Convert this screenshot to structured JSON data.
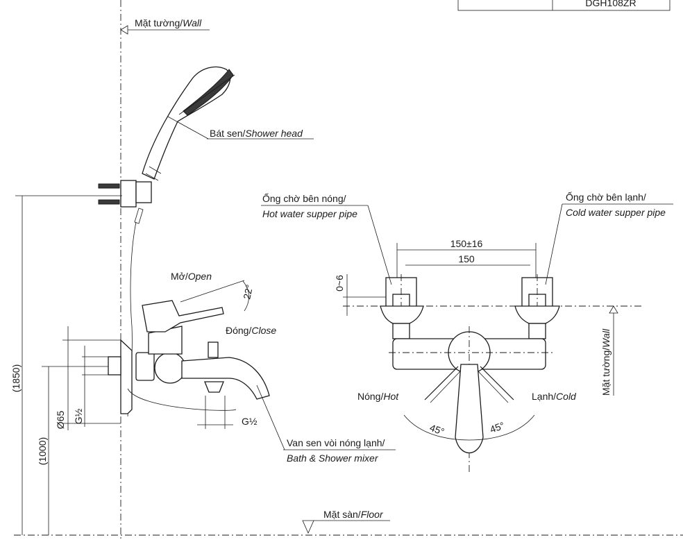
{
  "model_table": {
    "model": "DGH108ZR"
  },
  "labels": {
    "wall_top": "Mặt tường/",
    "wall_top_en": "Wall",
    "shower_head": "Bát sen/",
    "shower_head_en": "Shower head",
    "open": "Mở/",
    "open_en": "Open",
    "close": "Đóng/",
    "close_en": "Close",
    "angle_22": "22°",
    "mixer": "Van sen vòi nóng lạnh/",
    "mixer_en": "Bath & Shower mixer",
    "floor": "Mặt sàn/",
    "floor_en": "Floor",
    "hot_pipe": "Ống chờ bên nóng/",
    "hot_pipe_en": "Hot water supper pipe",
    "cold_pipe": "Ống chờ bên lạnh/",
    "cold_pipe_en": "Cold water supper pipe",
    "dim_150_16": "150±16",
    "dim_150": "150",
    "dim_0_6": "0~6",
    "wall_right": "Mặt tường/",
    "wall_right_en": "Wall",
    "hot": "Nóng/",
    "hot_en": "Hot",
    "cold": "Lạnh/",
    "cold_en": "Cold",
    "angle_45_left": "45°",
    "angle_45_right": "45°",
    "dim_1850": "(1850)",
    "dim_1000": "(1000)",
    "dim_65": "Ø65",
    "dim_g12_left": "G½",
    "dim_g12_bottom": "G½"
  }
}
